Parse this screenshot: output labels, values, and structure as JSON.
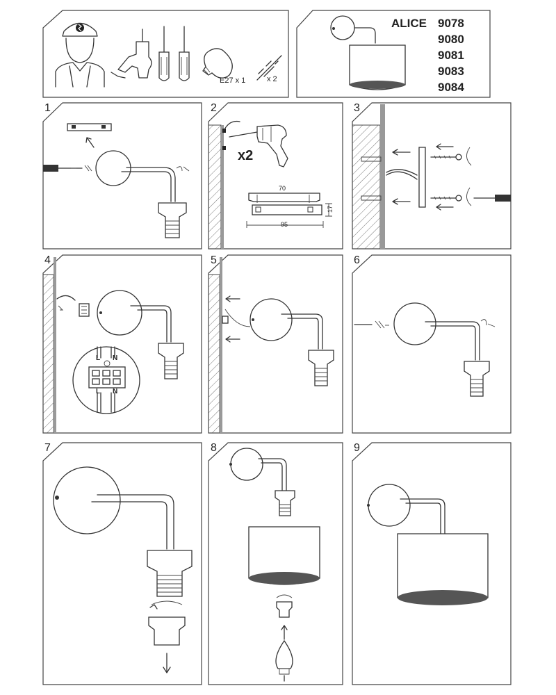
{
  "header": {
    "product_name": "ALICE",
    "model_numbers": [
      "9078",
      "9080",
      "9081",
      "9083",
      "9084"
    ],
    "bulb_label": "E27 x 1",
    "screw_label": "x 2"
  },
  "steps": [
    {
      "number": "1"
    },
    {
      "number": "2",
      "quantity_label": "x2",
      "bracket_width": "70",
      "bracket_height": "17",
      "bracket_total": "95"
    },
    {
      "number": "3"
    },
    {
      "number": "4",
      "terminal_top_left": "L",
      "terminal_top_right": "N",
      "terminal_bottom_left": "L",
      "terminal_bottom_right": "N"
    },
    {
      "number": "5"
    },
    {
      "number": "6"
    },
    {
      "number": "7"
    },
    {
      "number": "8"
    },
    {
      "number": "9"
    }
  ],
  "colors": {
    "line": "#333333",
    "frame": "#444444",
    "shade_bottom": "#555555"
  }
}
